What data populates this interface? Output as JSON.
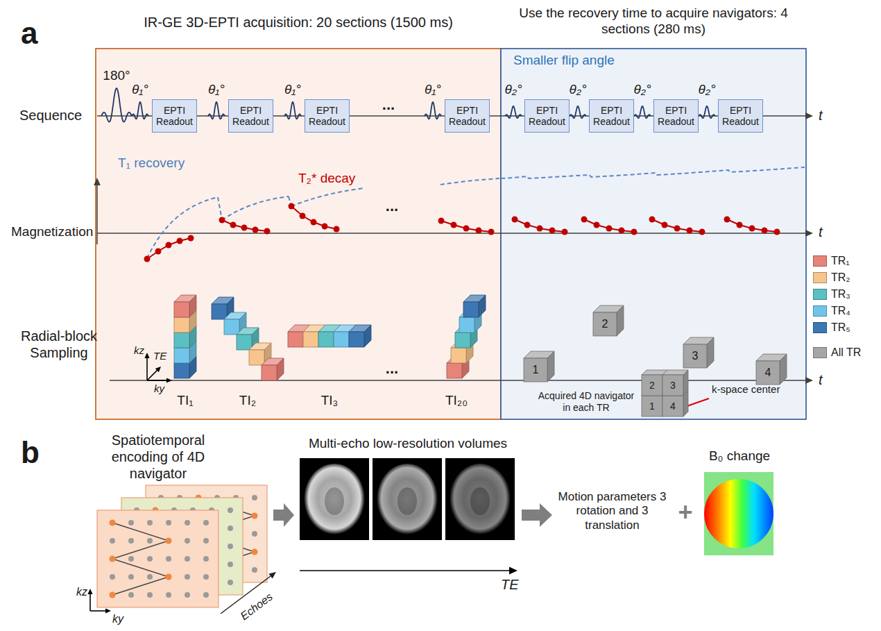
{
  "diagram": {
    "nodes": [
      {
        "text": [
          "IR-GE 3D-EPTI acquisition: 20 sections (1500 ms)"
        ]
      },
      {
        "text": [
          "Use the recovery time to acquire navigators: 4 sections (280 ms)",
          "Smaller flip angle"
        ]
      },
      {
        "text": [
          "EPTI Readout"
        ],
        "in": 0
      },
      {
        "text": [
          "EPTI Readout"
        ],
        "in": 0
      },
      {
        "text": [
          "EPTI Readout"
        ],
        "in": 0
      },
      {
        "text": [
          "EPTI Readout"
        ],
        "in": 0
      },
      {
        "text": [
          "EPTI Readout"
        ],
        "in": 1
      },
      {
        "text": [
          "EPTI Readout"
        ],
        "in": 1
      },
      {
        "text": [
          "EPTI Readout"
        ],
        "in": 1
      },
      {
        "text": [
          "EPTI Readout"
        ],
        "in": 1
      },
      {
        "text": [
          "1"
        ],
        "in": 1
      },
      {
        "text": [
          "2"
        ],
        "in": 1
      },
      {
        "text": [
          "3"
        ],
        "in": 1
      },
      {
        "text": [
          "4"
        ],
        "in": 1
      },
      {
        "text": [
          "1"
        ],
        "in": 1
      },
      {
        "text": [
          "2"
        ],
        "in": 1
      },
      {
        "text": [
          "3"
        ],
        "in": 1
      },
      {
        "text": [
          "4"
        ],
        "in": 1
      },
      {
        "text": [
          "Spatiotemporal encoding of 4D navigator"
        ]
      },
      {
        "text": [
          "Multi-echo low-resolution volumes"
        ]
      },
      {
        "text": [
          "Motion parameters 3 rotation and 3 translation"
        ]
      },
      {
        "text": [
          "B₀ change"
        ]
      }
    ],
    "edges": [
      {
        "from": 18,
        "to": 19,
        "arrow": "to"
      },
      {
        "from": 19,
        "to": 20,
        "arrow": "to"
      }
    ],
    "labels": [
      "a",
      "Sequence",
      "180°",
      "θ₁°",
      "θ₁°",
      "θ₁°",
      "...",
      "θ₁°",
      "θ₂°",
      "θ₂°",
      "θ₂°",
      "θ₂°",
      "t",
      "Magnetization",
      "T₁ recovery",
      "T₂* decay",
      "...",
      "t",
      "Radial-block Sampling",
      "kz",
      "ky",
      "TE",
      "TI₁",
      "TI₂",
      "TI₃",
      "...",
      "TI₂₀",
      "t",
      "Acquired 4D navigator in each TR",
      "k-space center",
      "b",
      "kz",
      "ky",
      "Echoes",
      "TE",
      "+"
    ],
    "legend": [
      {
        "text": "TR₁",
        "color": "#e8837a"
      },
      {
        "text": "TR₂",
        "color": "#f7c58c"
      },
      {
        "text": "TR₃",
        "color": "#5bc0c4"
      },
      {
        "text": "TR₄",
        "color": "#71c5ea"
      },
      {
        "text": "TR₅",
        "color": "#3c77b4"
      },
      {
        "text": "All TR",
        "color": "#a6a6a6"
      }
    ]
  }
}
